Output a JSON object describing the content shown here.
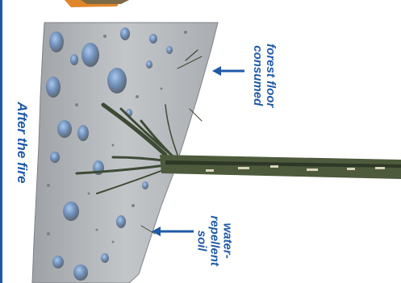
{
  "labels": {
    "after_fire": "After the fire",
    "forest_floor_line1": "forest floor",
    "forest_floor_line2": "consumed",
    "water_line1": "water-",
    "water_line2": "repellent",
    "water_line3": "soil"
  },
  "colors": {
    "label_blue": "#1f5aa6",
    "soil_gray": "#b9bcc0",
    "root_green": "#3e4a34",
    "rock_blue": "#7fa6d8",
    "ember_orange": "#e0862a"
  },
  "icons": {
    "arrow_forest": "arrow-left-icon",
    "arrow_water": "arrow-left-icon"
  }
}
